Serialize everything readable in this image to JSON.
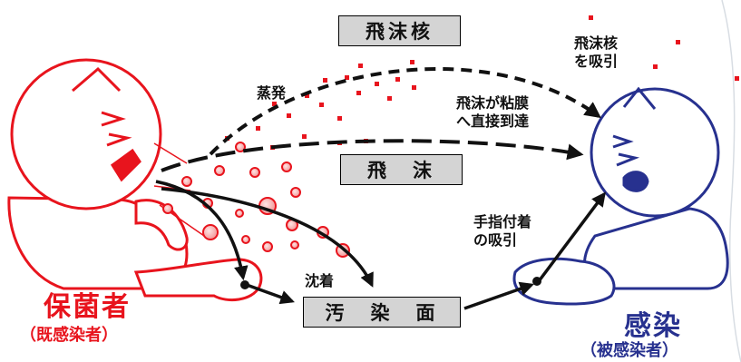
{
  "boxes": {
    "droplet_nuclei": "飛沫核",
    "droplets": "飛　沫",
    "contaminated_surface": "汚　染　面"
  },
  "labels": {
    "evaporation": "蒸発",
    "inhale_nuclei": "飛沫核\nを吸引",
    "direct_mucosa": "飛沫が粘膜\nへ直接到達",
    "finger_inhale": "手指付着\nの吸引",
    "deposition": "沈着"
  },
  "carrier": {
    "title": "保菌者",
    "subtitle": "（既感染者）"
  },
  "infected": {
    "title": "感染",
    "subtitle": "（被感染者）"
  },
  "colors": {
    "carrier": "#e8141d",
    "infected": "#27318f",
    "droplet": "#e8141d",
    "box_fill": "#d4d4d4"
  },
  "icons": [
    "carrier-person-icon",
    "infected-person-icon",
    "droplet-icon",
    "arrow-icon"
  ]
}
